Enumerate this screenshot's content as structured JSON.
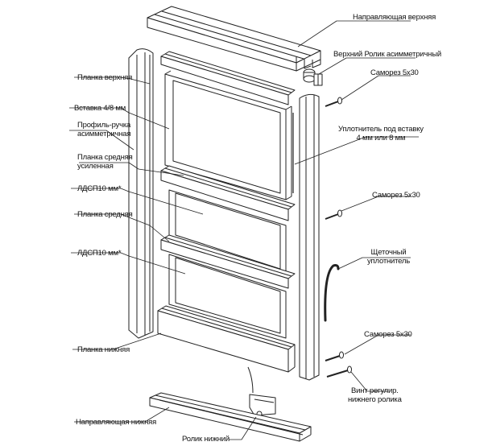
{
  "labels": {
    "top_rail": "Направляющая верхняя",
    "top_roller": "Верхний Ролик асимметричный",
    "screw_1": "Саморез 5х30",
    "top_bar": "Планка верхняя",
    "insert": "Вставка 4/8 мм",
    "handle_profile": "Профиль-ручка\nасимметричная",
    "seal": "Уплотнитель под вставку\n4 мм или 8 мм",
    "mid_bar_reinforced": "Планка средняя\nусиленная",
    "chipboard_1": "ЛДСП10 мм*",
    "screw_2": "Саморез 5х30",
    "mid_bar": "Планка средняя",
    "brush_seal": "Щеточный\nуплотнитель",
    "chipboard_2": "ЛДСП10 мм*",
    "bottom_bar": "Планка нижняя",
    "screw_3": "Саморез 5х30",
    "adjust_screw": "Винт регулир.\nнижнего ролика",
    "bottom_rail": "Направляющая нижняя",
    "bottom_roller": "Ролик нижний"
  }
}
